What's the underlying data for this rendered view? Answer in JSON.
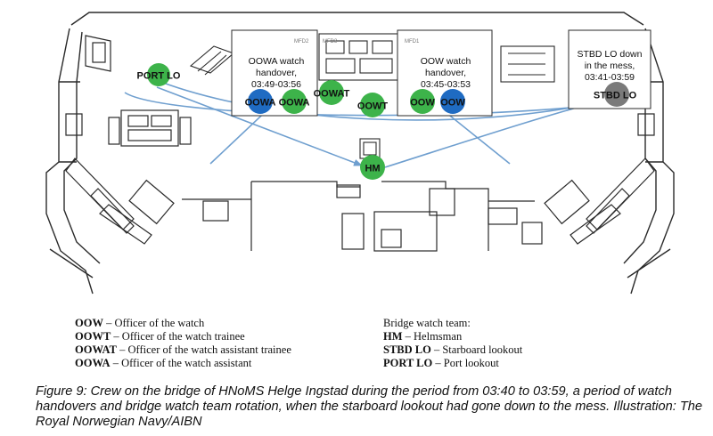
{
  "diagram": {
    "callouts": [
      {
        "id": "oowa",
        "lines": [
          "OOWA watch",
          "handover,",
          "03:49-03:56"
        ],
        "tags": [
          "MFD2"
        ]
      },
      {
        "id": "oow",
        "lines": [
          "OOW watch",
          "handover,",
          "03:45-03:53"
        ],
        "tags": [
          "MFD1"
        ]
      },
      {
        "id": "stbd",
        "lines": [
          "STBD LO down",
          "in the mess,",
          "03:41-03:59"
        ],
        "tags": []
      }
    ],
    "console_tags": [
      "MFD3"
    ],
    "crew": [
      {
        "id": "port-lo",
        "label": "PORT LO",
        "color": "#3db34a"
      },
      {
        "id": "oowa-1",
        "label": "OOWA",
        "color": "#1f6bc2"
      },
      {
        "id": "oowa-2",
        "label": "OOWA",
        "color": "#3db34a"
      },
      {
        "id": "oowat",
        "label": "OOWAT",
        "color": "#3db34a"
      },
      {
        "id": "oowt",
        "label": "OOWT",
        "color": "#3db34a"
      },
      {
        "id": "oow-1",
        "label": "OOW",
        "color": "#3db34a"
      },
      {
        "id": "oow-2",
        "label": "OOW",
        "color": "#1f6bc2"
      },
      {
        "id": "stbd-lo",
        "label": "STBD LO",
        "color": "#7a7a7a"
      },
      {
        "id": "hm",
        "label": "HM",
        "color": "#3db34a"
      }
    ],
    "colors": {
      "arrow": "#6f9fcf",
      "outline": "#2a2a2a",
      "green": "#3db34a",
      "blue": "#1f6bc2",
      "gray": "#7a7a7a"
    }
  },
  "legend": {
    "left": [
      {
        "abbr": "OOW",
        "text": "– Officer of the watch"
      },
      {
        "abbr": "OOWT",
        "text": "– Officer of the watch trainee"
      },
      {
        "abbr": "OOWAT",
        "text": "– Officer of the watch assistant trainee"
      },
      {
        "abbr": "OOWA",
        "text": "– Officer of the watch assistant"
      }
    ],
    "right_title": "Bridge watch team:",
    "right": [
      {
        "abbr": "HM",
        "text": "– Helmsman"
      },
      {
        "abbr": "STBD LO",
        "text": "– Starboard lookout"
      },
      {
        "abbr": "PORT LO",
        "text": "– Port lookout"
      }
    ]
  },
  "caption": "Figure 9: Crew on the bridge of HNoMS Helge Ingstad during the period from 03:40 to 03:59, a period of watch handovers and bridge watch team rotation, when the starboard lookout had gone down to the mess. Illustration: The Royal Norwegian Navy/AIBN"
}
